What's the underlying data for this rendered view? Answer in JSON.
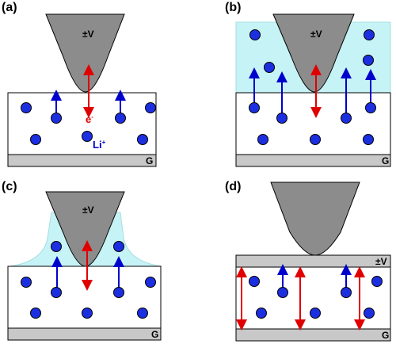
{
  "panels": [
    {
      "label": "(a)",
      "tip_label": "±V",
      "ground_label": "G",
      "electron_label": "e",
      "electron_sup": "-",
      "ion_label": "Li",
      "ion_sup": "+"
    },
    {
      "label": "(b)",
      "tip_label": "±V",
      "ground_label": "G"
    },
    {
      "label": "(c)",
      "tip_label": "±V",
      "ground_label": "G"
    },
    {
      "label": "(d)",
      "top_electrode_label": "±V",
      "ground_label": "G"
    }
  ],
  "colors": {
    "tip": "#8c8c8c",
    "tip_stroke": "#000000",
    "electrode": "#c8c8c8",
    "liquid": "#c6f3f5",
    "ion_fill": "#1c2fe0",
    "ion_arrow": "#0000cc",
    "electron_arrow": "#e00000"
  }
}
